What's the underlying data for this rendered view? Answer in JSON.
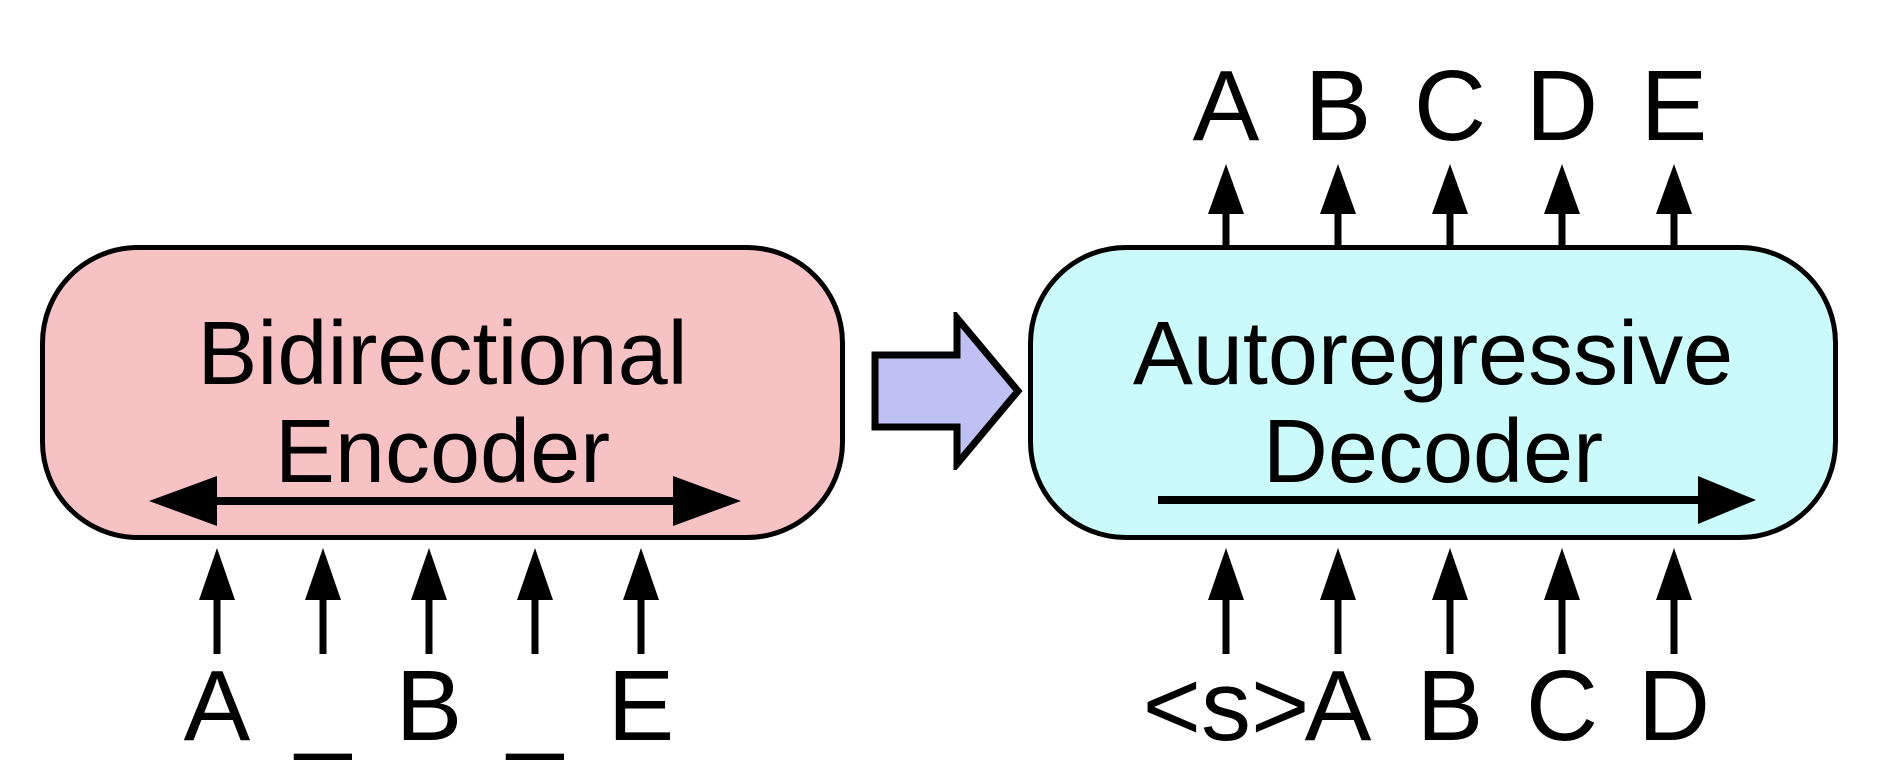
{
  "encoder": {
    "label_line1": "Bidirectional",
    "label_line2": "Encoder",
    "fill": "#F7C2C4",
    "attention_direction": "bidirectional",
    "inputs": [
      "A",
      "_",
      "B",
      "_",
      "E"
    ]
  },
  "connector": {
    "fill": "#BFC1F4",
    "direction": "right"
  },
  "decoder": {
    "label_line1": "Autoregressive",
    "label_line2": "Decoder",
    "fill": "#CBFAFB",
    "attention_direction": "left-to-right",
    "outputs": [
      "A",
      "B",
      "C",
      "D",
      "E"
    ],
    "inputs": [
      "<s>",
      "A",
      "B",
      "C",
      "D"
    ]
  },
  "colors": {
    "line": "#000000",
    "background": "#FFFFFF"
  }
}
